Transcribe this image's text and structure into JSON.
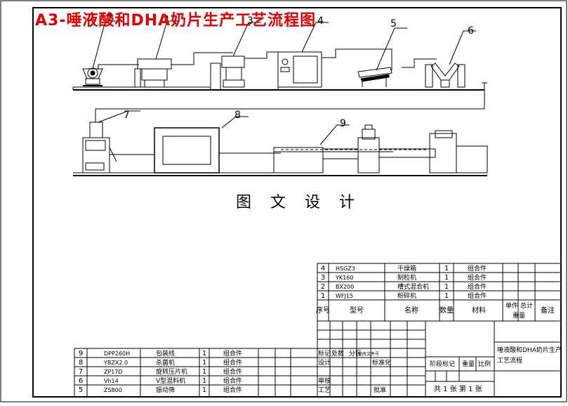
{
  "title": "A3-唾液酸和DHA奶片生产工艺流程图",
  "center_text": "图 文 设 计",
  "callouts": [
    "1",
    "2",
    "3",
    "4",
    "5",
    "6",
    "7",
    "8",
    "9"
  ],
  "parts_right": [
    {
      "no": "4",
      "code": "HSGZ3",
      "name": "干燥箱",
      "qty": "1",
      "material": "组合件"
    },
    {
      "no": "3",
      "code": "YK160",
      "name": "制粒机",
      "qty": "1",
      "material": "组合件"
    },
    {
      "no": "2",
      "code": "BX200",
      "name": "槽式混合机",
      "qty": "1",
      "material": "组合件"
    },
    {
      "no": "1",
      "code": "WFJ15",
      "name": "粉碎机",
      "qty": "1",
      "material": "组合件"
    }
  ],
  "parts_left": [
    {
      "no": "9",
      "code": "DPP260H",
      "name": "包装线",
      "qty": "1",
      "material": "组合件"
    },
    {
      "no": "8",
      "code": "YBZX2.0",
      "name": "杀菌机",
      "qty": "1",
      "material": "组合件"
    },
    {
      "no": "7",
      "code": "ZP17D",
      "name": "旋转压片机",
      "qty": "1",
      "material": "组合件"
    },
    {
      "no": "6",
      "code": "Vh14",
      "name": "V型混料机",
      "qty": "1",
      "material": "组合件"
    },
    {
      "no": "5",
      "code": "ZS800",
      "name": "振动筛",
      "qty": "1",
      "material": "组合件"
    }
  ],
  "header": {
    "no": "序号",
    "code": "型号",
    "name": "名称",
    "qty": "数量",
    "material": "材料",
    "unit": "单件",
    "total": "总计",
    "weight": "重量",
    "remark": "备注"
  },
  "titleblock": {
    "drawing_name": "唾液酸和DHA奶片生产工艺流程",
    "mark": "标记",
    "count": "处数",
    "zone": "分区",
    "change_doc": "更改文件号",
    "design": "设计",
    "standard": "标准化",
    "review": "审核",
    "process": "工艺",
    "approve": "批准",
    "stage": "阶段标记",
    "weight": "重量",
    "scale": "比例",
    "sheets": "共  1 张 第 1 张"
  }
}
